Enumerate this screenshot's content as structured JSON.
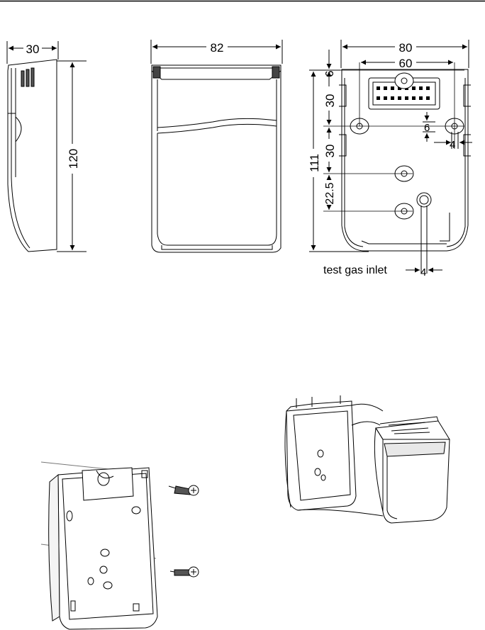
{
  "dimensions": {
    "side_width": "30",
    "side_height": "120",
    "front_width": "82",
    "back_width": "80",
    "hole_spacing_x": "60",
    "top_offset": "6",
    "hole_spacing_y1": "30",
    "hole_spacing_y2": "30",
    "hole_offset_y3": "22.5",
    "total_height": "111",
    "slot_height": "6",
    "slot_width": "4",
    "inlet_width": "4"
  },
  "labels": {
    "test_gas_inlet": "test gas inlet"
  },
  "colors": {
    "line": "#000000",
    "shade": "#cfcfcf",
    "light": "#e8e8e8"
  }
}
